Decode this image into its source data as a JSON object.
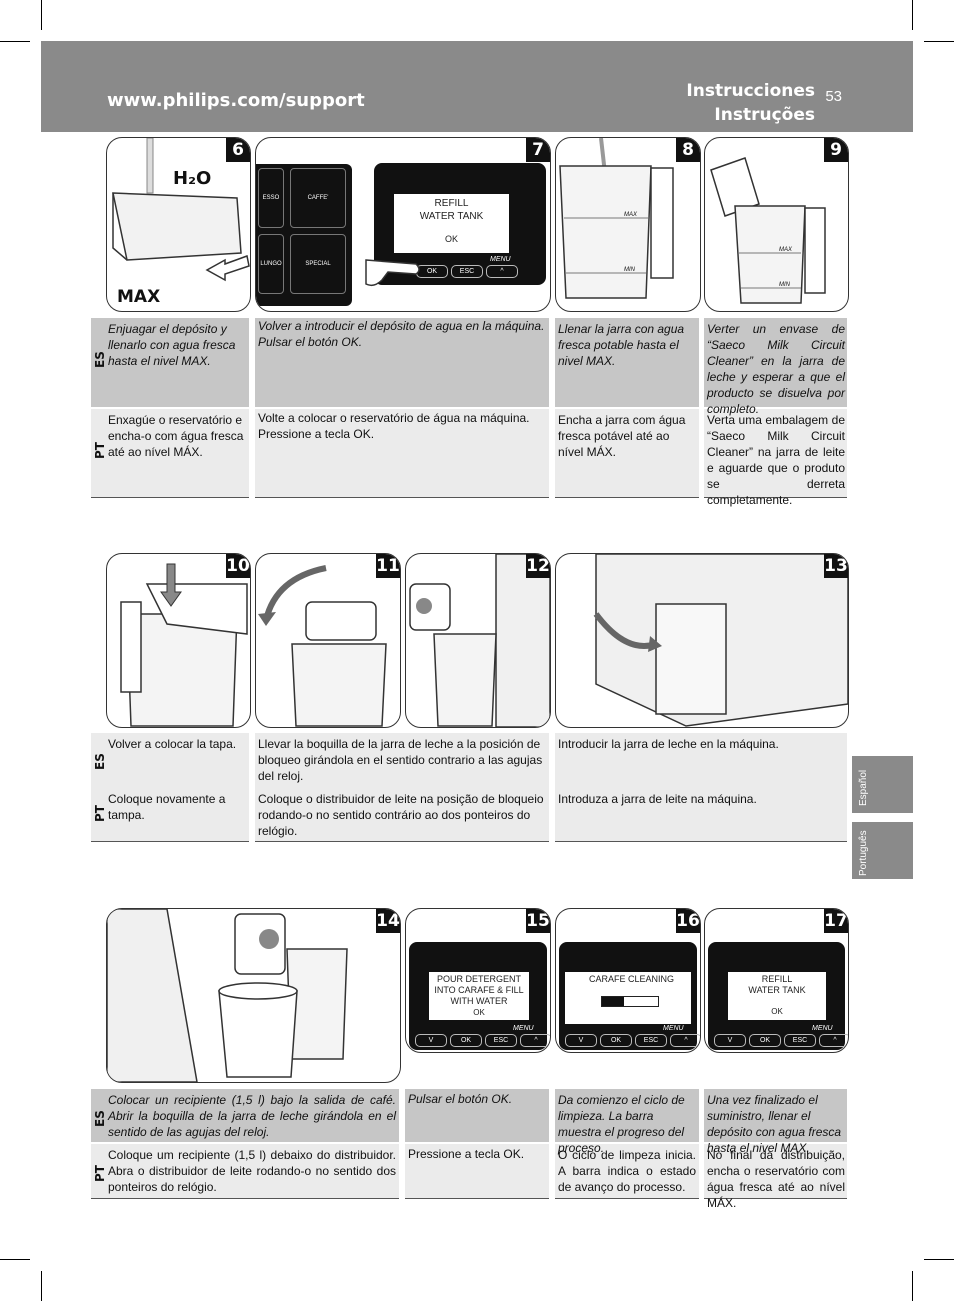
{
  "header": {
    "url": "www.philips.com/support",
    "title_es": "Instrucciones",
    "title_pt": "Instruções",
    "page_number": "53"
  },
  "side_tabs": {
    "es": "Español",
    "pt": "Português"
  },
  "lang_codes": {
    "es": "ES",
    "pt": "PT"
  },
  "panels": {
    "p6": {
      "num": "6",
      "h2o": "H₂O",
      "max": "MAX"
    },
    "p7": {
      "num": "7",
      "btn1": "ESSO",
      "btn2": "CAFFE'",
      "btn3": "LUNGO",
      "btn4": "SPECIAL",
      "lcd_line1": "REFILL",
      "lcd_line2": "WATER TANK",
      "lcd_ok": "OK",
      "keys": [
        "OK",
        "ESC",
        "^"
      ],
      "menu": "MENU"
    },
    "p8": {
      "num": "8",
      "max": "MAX",
      "min": "MIN"
    },
    "p9": {
      "num": "9",
      "max": "MAX",
      "min": "MIN"
    },
    "p10": {
      "num": "10"
    },
    "p11": {
      "num": "11"
    },
    "p12": {
      "num": "12"
    },
    "p13": {
      "num": "13"
    },
    "p14": {
      "num": "14"
    },
    "p15": {
      "num": "15",
      "lcd_line1": "POUR DETERGENT",
      "lcd_line2": "INTO CARAFE & FILL",
      "lcd_line3": "WITH WATER",
      "lcd_ok": "OK",
      "keys": [
        "V",
        "OK",
        "ESC",
        "^"
      ],
      "menu": "MENU"
    },
    "p16": {
      "num": "16",
      "lcd_line1": "CARAFE CLEANING",
      "progress": 0.4,
      "keys": [
        "V",
        "OK",
        "ESC",
        "^"
      ],
      "menu": "MENU"
    },
    "p17": {
      "num": "17",
      "lcd_line1": "REFILL",
      "lcd_line2": "WATER TANK",
      "lcd_ok": "OK",
      "keys": [
        "V",
        "OK",
        "ESC",
        "^"
      ],
      "menu": "MENU"
    }
  },
  "row1": {
    "es": [
      "Enjuagar el depósito y llenarlo con agua fresca hasta el nivel MAX.",
      "Volver a introducir el depósito de agua en la máquina. Pulsar el botón OK.",
      "Llenar la jarra con agua fresca potable hasta el nivel MAX.",
      "Verter un envase de “Saeco Milk Circuit Cleaner” en la jarra de leche y esperar a que el producto se disuelva por completo."
    ],
    "pt": [
      "Enxagúe o reservatório e encha-o com água fresca até ao nível MÁX.",
      "Volte a colocar o reservatório de água na máquina. Pressione a tecla OK.",
      "Encha a jarra com água fresca potável até ao nível MÁX.",
      "Verta uma embalagem de “Saeco Milk Circuit Cleaner” na jarra de leite e aguarde que o produto se derreta completamente."
    ]
  },
  "row2": {
    "es": [
      "Volver a colocar la tapa.",
      "Llevar la boquilla de la jarra de leche a la posición de bloqueo girándola en el sentido contrario a las agujas del reloj.",
      "Introducir la jarra de leche en la máquina."
    ],
    "pt": [
      "Coloque novamente a tampa.",
      "Coloque o distribuidor de leite na posição de bloqueio rodando-o no sentido contrário ao dos ponteiros do relógio.",
      "Introduza a jarra de leite na máquina."
    ]
  },
  "row3": {
    "es": [
      "Colocar un recipiente (1,5 l) bajo la salida de café. Abrir la boquilla de la jarra de leche girándola en el sentido de las agujas del reloj.",
      "Pulsar el botón OK.",
      "Da comienzo el ciclo de limpieza. La barra muestra el progreso del proceso.",
      "Una vez finalizado el suministro, llenar el depósito con agua fresca hasta el nivel MAX."
    ],
    "pt": [
      "Coloque um recipiente (1,5 l) debaixo do distribuidor. Abra o distribuidor de leite rodando-o no sentido dos ponteiros do relógio.",
      "Pressione a tecla OK.",
      "O ciclo de limpeza inicia. A barra indica o estado de avanço do processo.",
      "No final da distribuição, encha o reservatório com água fresca até ao nível MÁX."
    ]
  }
}
